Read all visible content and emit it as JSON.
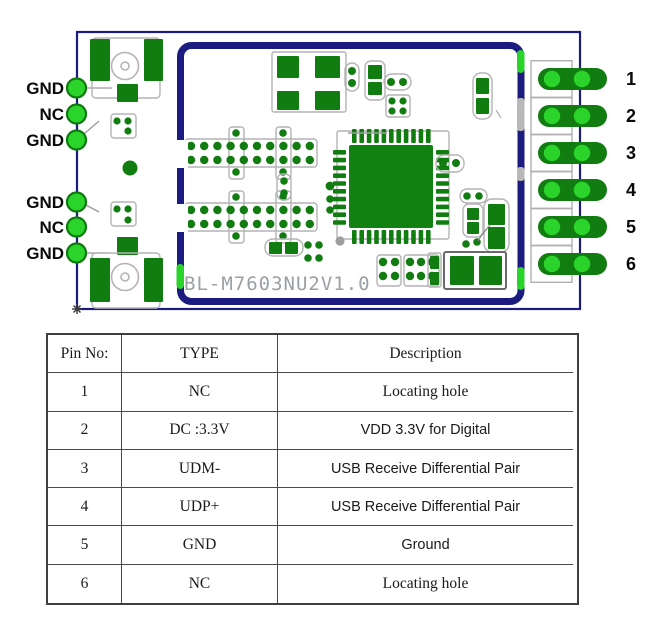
{
  "pcb": {
    "module_label": "BL-M7603NU2V1.0",
    "left_pads": [
      "GND",
      "NC",
      "GND",
      "GND",
      "NC",
      "GND"
    ],
    "right_pins": [
      "1",
      "2",
      "3",
      "4",
      "5",
      "6"
    ]
  },
  "table": {
    "headers": [
      "Pin No:",
      "TYPE",
      "Description"
    ],
    "rows": [
      {
        "pin": "1",
        "type": "NC",
        "desc": "Locating hole",
        "desc_font": "serif"
      },
      {
        "pin": "2",
        "type": "DC :3.3V",
        "desc": "VDD 3.3V for Digital",
        "desc_font": "sans"
      },
      {
        "pin": "3",
        "type": "UDM-",
        "desc": "USB Receive Differential Pair",
        "desc_font": "sans"
      },
      {
        "pin": "4",
        "type": "UDP+",
        "desc": "USB Receive Differential Pair",
        "desc_font": "sans"
      },
      {
        "pin": "5",
        "type": "GND",
        "desc": "Ground",
        "desc_font": "sans"
      },
      {
        "pin": "6",
        "type": "NC",
        "desc": "Locating hole",
        "desc_font": "serif"
      }
    ]
  },
  "colors": {
    "bright_green": "#2bd42b",
    "dark_green": "#117d11",
    "navy": "#1b1b80",
    "outline_gray": "#b4b4b4",
    "label_gray": "#9aa0a6",
    "table_border": "#4a4a4a"
  }
}
